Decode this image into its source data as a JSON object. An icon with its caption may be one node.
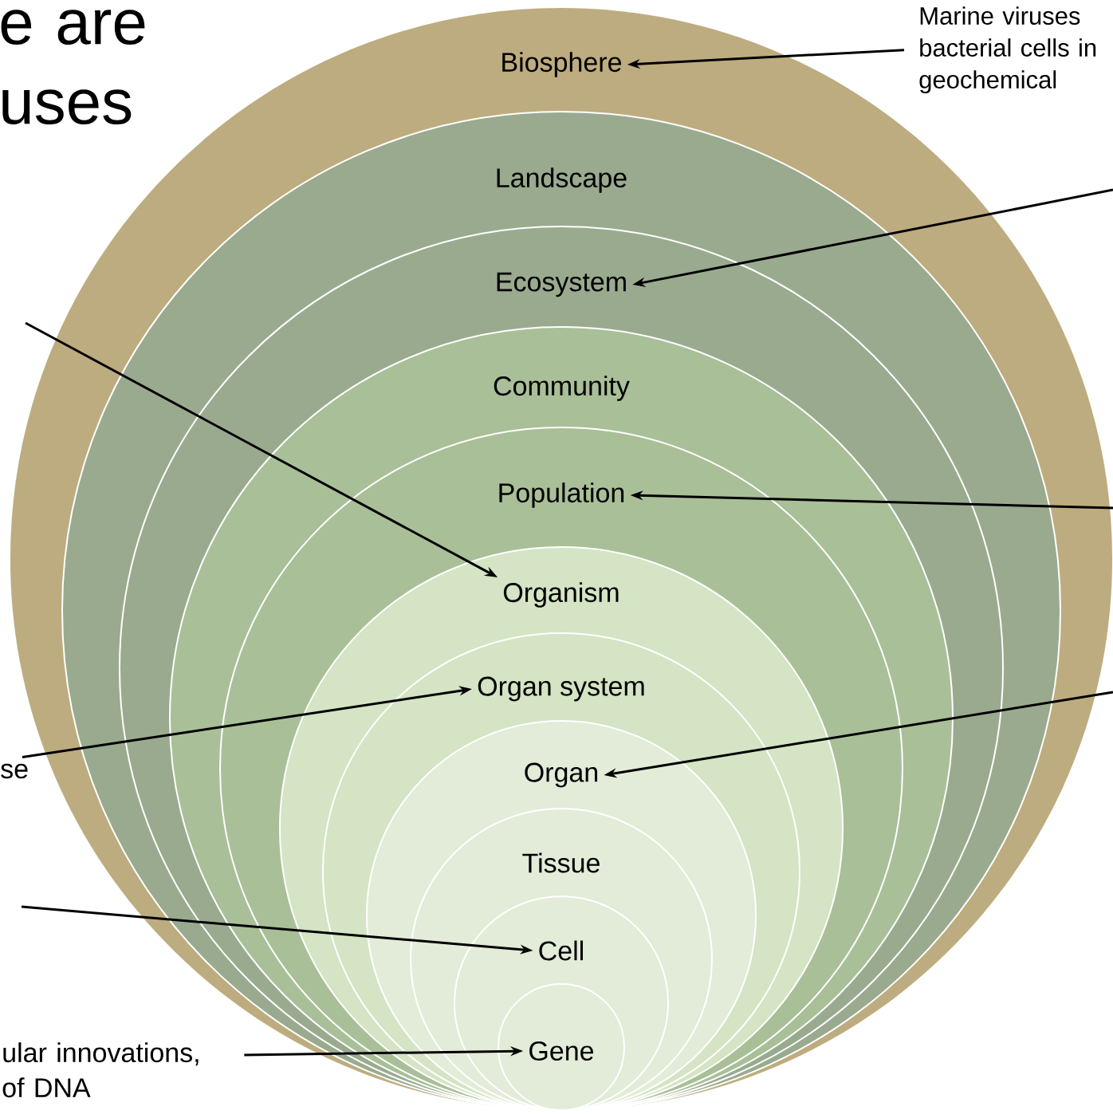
{
  "diagram": {
    "title": "e are uses",
    "nodes": [
      {
        "text": [
          "Biosphere"
        ]
      },
      {
        "text": [
          "Landscape"
        ],
        "in": 0
      },
      {
        "text": [
          "Ecosystem"
        ],
        "in": 1
      },
      {
        "text": [
          "Community"
        ],
        "in": 2
      },
      {
        "text": [
          "Population"
        ],
        "in": 3
      },
      {
        "text": [
          "Organism"
        ],
        "in": 4
      },
      {
        "text": [
          "Organ system"
        ],
        "in": 5
      },
      {
        "text": [
          "Organ"
        ],
        "in": 6
      },
      {
        "text": [
          "Tissue"
        ],
        "in": 7
      },
      {
        "text": [
          "Cell"
        ],
        "in": 8
      },
      {
        "text": [
          "Gene"
        ],
        "in": 9
      },
      {
        "text": [
          "Marine viruses bacterial cells in geochemical"
        ]
      },
      {
        "text": [
          "se"
        ]
      },
      {
        "text": [
          "ular innovations, of DNA"
        ]
      }
    ],
    "edges": [
      {
        "from": 11,
        "to": 0,
        "arrow": "to"
      },
      {
        "from": null,
        "to": 2,
        "arrow": "to"
      },
      {
        "from": null,
        "to": 5,
        "arrow": "to"
      },
      {
        "from": null,
        "to": 4,
        "arrow": "to"
      },
      {
        "from": 12,
        "to": 6,
        "arrow": "to"
      },
      {
        "from": null,
        "to": 7,
        "arrow": "to"
      },
      {
        "from": null,
        "to": 9,
        "arrow": "to"
      },
      {
        "from": 13,
        "to": 10,
        "arrow": "to"
      }
    ]
  }
}
